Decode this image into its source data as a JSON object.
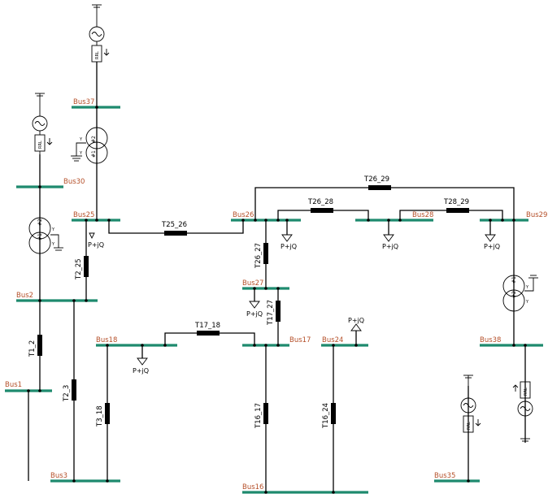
{
  "buses": {
    "bus1": "Bus1",
    "bus2": "Bus2",
    "bus3": "Bus3",
    "bus16": "Bus16",
    "bus17": "Bus17",
    "bus18": "Bus18",
    "bus24": "Bus24",
    "bus25": "Bus25",
    "bus26": "Bus26",
    "bus27": "Bus27",
    "bus28": "Bus28",
    "bus29": "Bus29",
    "bus30": "Bus30",
    "bus35": "Bus35",
    "bus37": "Bus37",
    "bus38": "Bus38"
  },
  "lines": {
    "t1_2": "T1_2",
    "t2_3": "T2_3",
    "t2_25": "T2_25",
    "t3_18": "T3_18",
    "t16_17": "T16_17",
    "t16_24": "T16_24",
    "t17_18": "T17_18",
    "t17_27": "T17_27",
    "t25_26": "T25_26",
    "t26_27": "T26_27",
    "t26_28": "T26_28",
    "t26_29": "T26_29",
    "t28_29": "T28_29"
  },
  "load_label": "P+jQ",
  "source_label": "RRL",
  "winding_labels": {
    "primary": "#1",
    "secondary": "#2"
  },
  "connection_label": "Y"
}
